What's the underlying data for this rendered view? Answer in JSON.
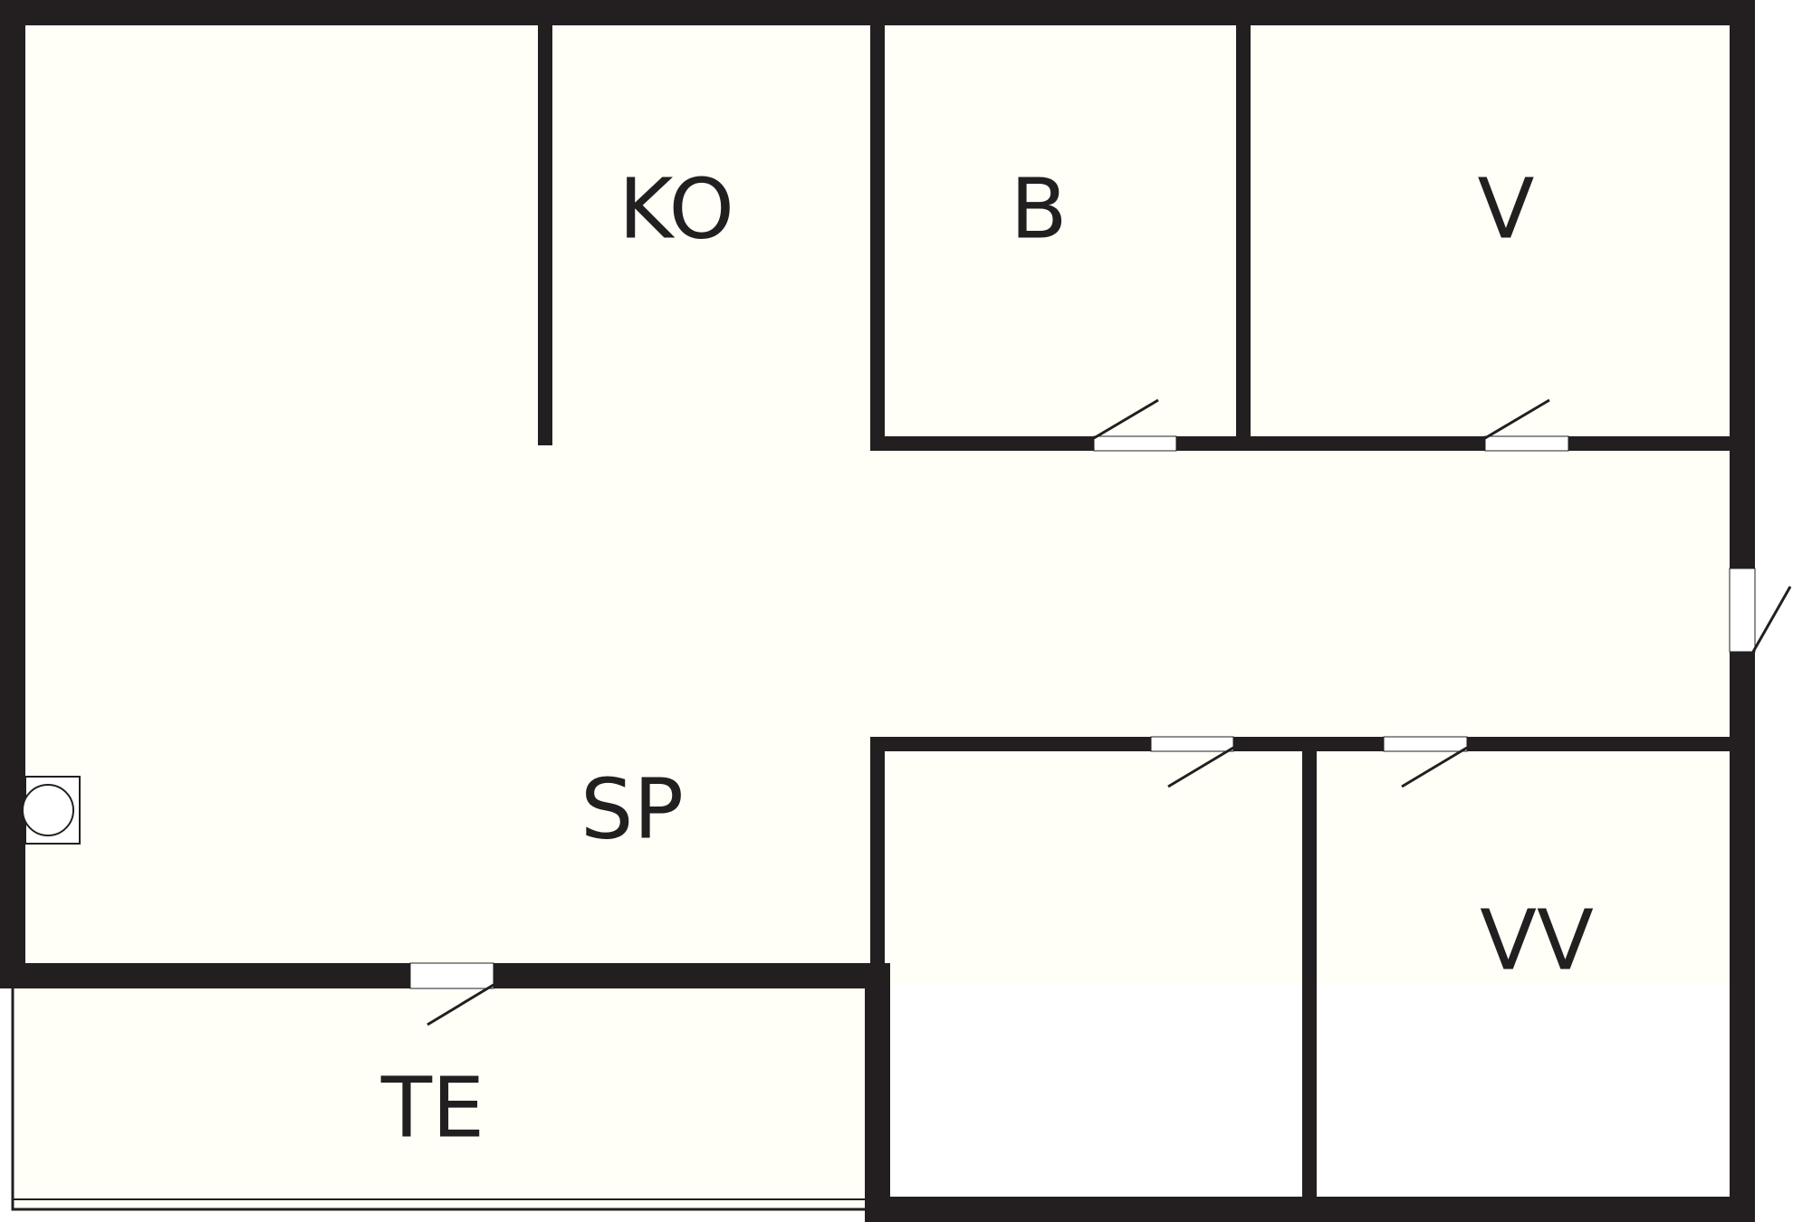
{
  "colors": {
    "wall": "#231f20",
    "floor": "#fffff8",
    "background": "#ffffff"
  },
  "rooms": {
    "ko": "KO",
    "b": "B",
    "v": "V",
    "sp": "SP",
    "vv": "VV",
    "te": "TE"
  },
  "fixtures": {
    "fireplace_icon": "stove-icon"
  }
}
